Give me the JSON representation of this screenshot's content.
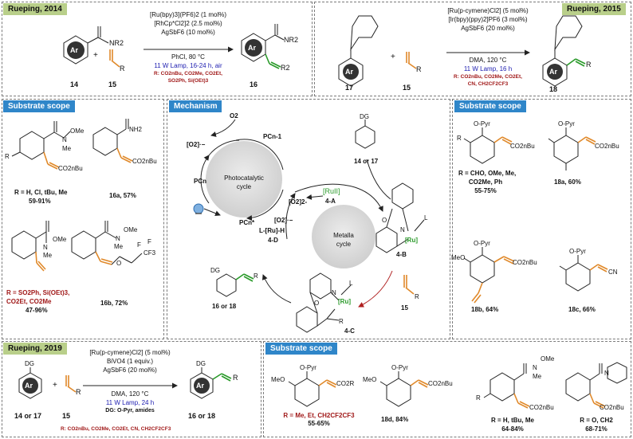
{
  "panels": {
    "top_left": {
      "tag": "Rueping, 2014",
      "conditions": [
        "[Ru(bpy)3](PF6)2 (1 mol%)",
        "[RhCp*Cl2]2 (2.5 mol%)",
        "AgSbF6 (10 mol%)",
        "PhCl, 80 °C"
      ],
      "lamp": "11 W Lamp, 16-24 h, air",
      "r_groups": [
        "R: CO2nBu, CO2Me, CO2Et,",
        "SO2Ph, Si(OEt)3"
      ],
      "reactant1": "14",
      "reactant2": "15",
      "product": "16",
      "nr2": "NR2",
      "r": "R",
      "r2": "R2",
      "ar": "Ar",
      "plus": "+"
    },
    "top_right": {
      "tag": "Rueping, 2015",
      "conditions": [
        "[Ru(p-cymene)Cl2] (5 mol%)",
        "[Ir(bpy)(ppy)2]PF6 (3 mol%)",
        "AgSbF6 (20 mol%)",
        "DMA, 120 °C"
      ],
      "lamp": "11 W Lamp, 16 h",
      "r_groups": [
        "R: CO2nBu, CO2Me, CO2Et,",
        "CN, CH2CF2CF3"
      ],
      "reactant1": "17",
      "reactant2": "15",
      "product": "18",
      "ar": "Ar",
      "r": "R",
      "plus": "+"
    },
    "scope_left": {
      "tag": "Substrate scope",
      "items": [
        {
          "label": "R = H, Cl, tBu, Me",
          "yield": "59-91%"
        },
        {
          "label": "16a, 57%"
        },
        {
          "label": "R = SO2Ph, Si(OEt)3,",
          "label2": "CO2Et, CO2Me",
          "yield": "47-96%"
        },
        {
          "label": "16b, 72%"
        }
      ],
      "texts": {
        "nh2": "NH2",
        "ome": "OMe",
        "me": "Me",
        "n": "N",
        "r": "R",
        "co2bu": "CO2nBu",
        "cf3": "CF3",
        "f": "F",
        "o": "O"
      }
    },
    "mechanism": {
      "tag": "Mechanism",
      "o2": "O2",
      "o2rad": "[O2]·−",
      "o2_2": "[O2]2-",
      "pc_n": "PCn",
      "pc_n1": "PCn-1",
      "pc_nstar": "PCn*",
      "photocycle": [
        "Photocatalytic",
        "cycle"
      ],
      "metallacycle": [
        "Metalla",
        "cycle"
      ],
      "ru2": "[RuII]",
      "a": "4-A",
      "b": "4-B",
      "c": "4-C",
      "d": "4-D",
      "lruh": "L-[Ru]-H",
      "ru": "[Ru]",
      "l": "L",
      "dg": "DG",
      "sm": "14 or 17",
      "alkene_num": "15",
      "prod": "16 or 18",
      "r": "R",
      "n": "N",
      "o": "O"
    },
    "scope_right": {
      "tag": "Substrate scope",
      "items": [
        {
          "label": "R = CHO, OMe, Me,",
          "label2": "CO2Me, Ph",
          "yield": "55-75%"
        },
        {
          "label": "18a, 60%"
        },
        {
          "label": "18b, 64%"
        },
        {
          "label": "18c, 66%"
        }
      ],
      "texts": {
        "opyr": "O-Pyr",
        "co2bu": "CO2nBu",
        "meo": "MeO",
        "cn": "CN",
        "r": "R"
      }
    },
    "bottom_left": {
      "tag": "Rueping, 2019",
      "conditions": [
        "[Ru(p-cymene)Cl2] (5 mol%)",
        "BiVO4 (1 equiv.)",
        "AgSbF6 (20 mol%)",
        "DMA, 120 °C"
      ],
      "lamp": "11 W Lamp, 24 h",
      "dg_note": "DG: O-Pyr, amides",
      "r_groups": [
        "R: CO2nBu, CO2Me, CO2Et, CN, CH2CF2CF3"
      ],
      "reactant1": "14 or 17",
      "reactant2": "15",
      "product": "16 or 18",
      "dg": "DG",
      "ar": "Ar",
      "r": "R",
      "plus": "+"
    },
    "scope_bottom": {
      "tag": "Substrate scope",
      "items": [
        {
          "label": "R = Me, Et, CH2CF2CF3",
          "yield": "55-65%"
        },
        {
          "label": "18d, 84%"
        },
        {
          "label": "R = H, tBu, Me",
          "yield": "64-84%"
        },
        {
          "label": "R = O, CH2",
          "yield": "68-71%"
        }
      ],
      "texts": {
        "opyr": "O-Pyr",
        "meo": "MeO",
        "co2r": "CO2R",
        "co2bu": "CO2nBu",
        "ome": "OMe",
        "me": "Me",
        "n": "N",
        "o": "O",
        "r": "R"
      }
    }
  }
}
